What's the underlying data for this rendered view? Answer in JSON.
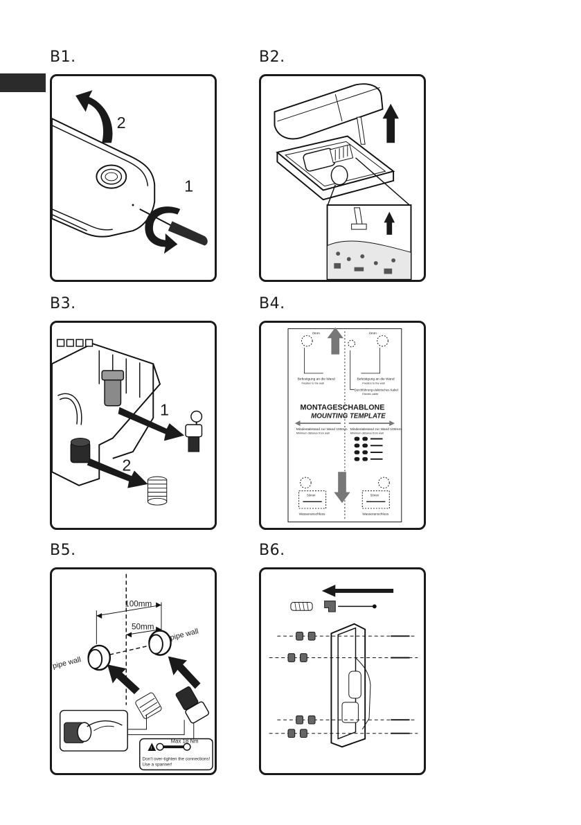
{
  "page": {
    "section_tab": "",
    "steps": {
      "b1": {
        "label": "B1.",
        "num1": "1",
        "num2": "2"
      },
      "b2": {
        "label": "B2."
      },
      "b3": {
        "label": "B3.",
        "num1": "1",
        "num2": "2"
      },
      "b4": {
        "label": "B4.",
        "title_de": "MONTAGESCHABLONE",
        "title_en": "MOUNTING TEMPLATE",
        "fix_wall_de": "Befestigung an die Wand",
        "fix_wall_en": "Fixation to the wall",
        "cable_de": "Durchführung elektrisches Kabel",
        "cable_en": "Electric cable",
        "min_left_de": "Mindestabstand zur Wand 100mm",
        "min_left_en": "Minimum distance from wall",
        "min_right_de": "Mindestabstand zur Wand 100mm",
        "min_right_en": "Minimum distance from wall",
        "water_left": "Wasseranschluss",
        "water_right": "Wasseranschluss",
        "hole_size": "8mm",
        "pipe_size": "50mm"
      },
      "b5": {
        "label": "B5.",
        "dim_100": "100mm",
        "dim_50": "50mm",
        "pipe_wall_left": "pipe wall",
        "pipe_wall_right": "pipe wall",
        "torque": "Max 18 Nm",
        "warning_line1": "Don't over-tighten the connections!",
        "warning_line2": "Use a spanner!"
      },
      "b6": {
        "label": "B6."
      }
    }
  }
}
